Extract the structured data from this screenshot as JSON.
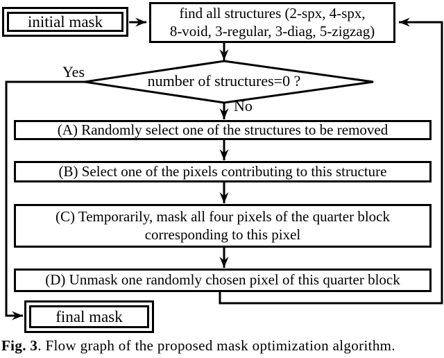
{
  "colors": {
    "ink": "#000000",
    "background": "#ffffff"
  },
  "flowchart": {
    "initial_mask_label": "initial mask",
    "find_structures_lines": [
      "find all structures (2-spx, 4-spx,",
      "8-void, 3-regular, 3-diag, 5-zigzag)"
    ],
    "decision_label": "number of structures=0 ?",
    "yes_label": "Yes",
    "no_label": "No",
    "step_a_label": "(A) Randomly select one of the structures to be removed",
    "step_b_label": "(B) Select one of the pixels contributing to this structure",
    "step_c_lines": [
      "(C) Temporarily, mask all four pixels of the quarter block",
      "corresponding to this pixel"
    ],
    "step_d_label": "(D) Unmask one randomly chosen pixel of this quarter block",
    "final_mask_label": "final mask"
  },
  "caption": {
    "figure_number": "Fig. 3",
    "text": ". Flow graph of the proposed mask optimization algorithm."
  }
}
